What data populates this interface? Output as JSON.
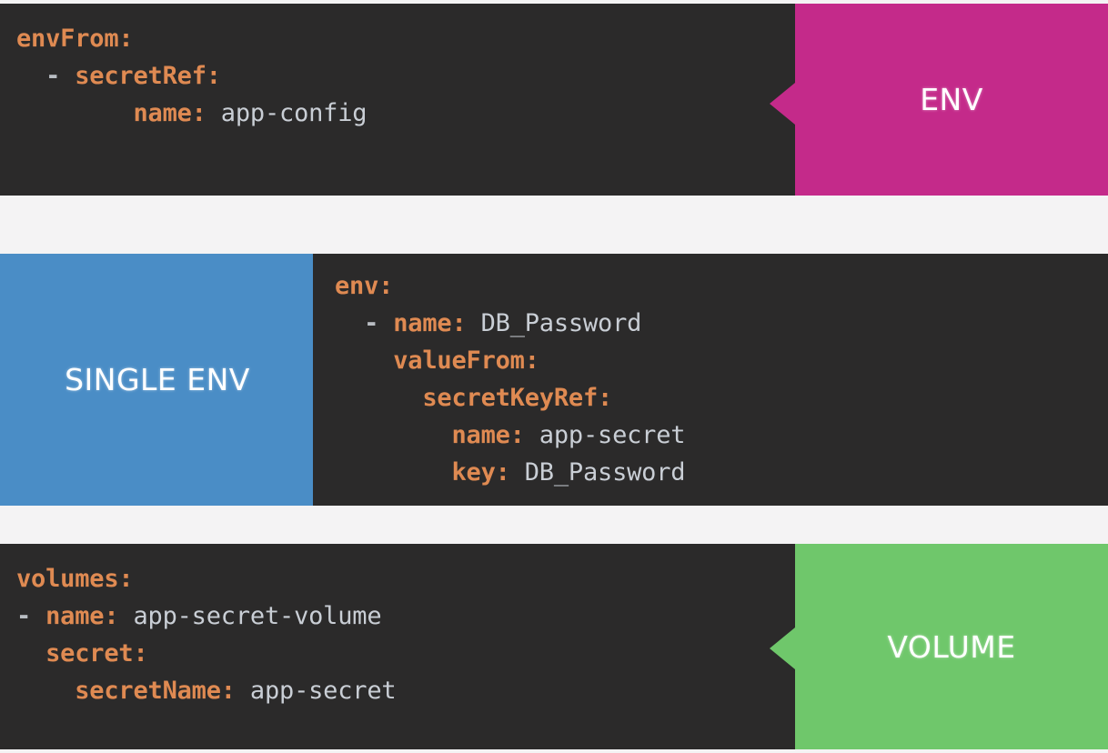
{
  "background_color": "#f4f3f4",
  "code_background": "#2b2a2a",
  "key_color": "#df8a52",
  "value_color": "#c9ced5",
  "blocks": [
    {
      "id": "envfrom",
      "label": "ENV",
      "label_color": "#c42a8a",
      "label_position": "right",
      "lines": [
        {
          "indent": "",
          "dash": "",
          "key": "envFrom:",
          "value": ""
        },
        {
          "indent": "  ",
          "dash": "- ",
          "key": "secretRef:",
          "value": ""
        },
        {
          "indent": "        ",
          "dash": "",
          "key": "name:",
          "value": " app-config"
        }
      ]
    },
    {
      "id": "single-env",
      "label": "SINGLE ENV",
      "label_color": "#4a8dc6",
      "label_position": "left",
      "lines": [
        {
          "indent": "",
          "dash": "",
          "key": "env:",
          "value": ""
        },
        {
          "indent": "  ",
          "dash": "- ",
          "key": "name:",
          "value": " DB_Password"
        },
        {
          "indent": "    ",
          "dash": "",
          "key": "valueFrom:",
          "value": ""
        },
        {
          "indent": "      ",
          "dash": "",
          "key": "secretKeyRef:",
          "value": ""
        },
        {
          "indent": "        ",
          "dash": "",
          "key": "name:",
          "value": " app-secret"
        },
        {
          "indent": "        ",
          "dash": "",
          "key": "key:",
          "value": " DB_Password"
        }
      ]
    },
    {
      "id": "volumes",
      "label": "VOLUME",
      "label_color": "#6fc76b",
      "label_position": "right",
      "lines": [
        {
          "indent": "",
          "dash": "",
          "key": "volumes:",
          "value": ""
        },
        {
          "indent": "",
          "dash": "- ",
          "key": "name:",
          "value": " app-secret-volume"
        },
        {
          "indent": "  ",
          "dash": "",
          "key": "secret:",
          "value": ""
        },
        {
          "indent": "    ",
          "dash": "",
          "key": "secretName:",
          "value": " app-secret"
        }
      ]
    }
  ]
}
